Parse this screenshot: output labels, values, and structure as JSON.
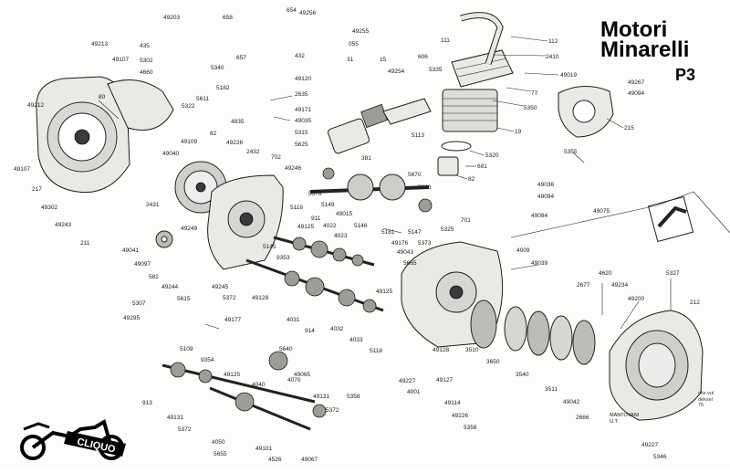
{
  "header": {
    "brand_line1": "Motori",
    "brand_line2": "Minarelli",
    "model": "P3"
  },
  "dealer_logo_text": "CLIQUO",
  "printer_stamp": [
    "MANTOVANI",
    "U.T."
  ],
  "side_note": [
    "olie vul",
    "deksel",
    "75"
  ],
  "part_labels": [
    "49203",
    "658",
    "654",
    "49256",
    "49255",
    "055",
    "112",
    "2410",
    "49019",
    "77",
    "5350",
    "19",
    "5320",
    "681",
    "82",
    "49213",
    "49107",
    "435",
    "5302",
    "4660",
    "5340",
    "657",
    "432",
    "49120",
    "2635",
    "49171",
    "49035",
    "5315",
    "5625",
    "31",
    "15",
    "49254",
    "606",
    "5335",
    "111",
    "49267",
    "49094",
    "215",
    "5355",
    "49075",
    "49036",
    "49094",
    "49084",
    "49212",
    "80",
    "5322",
    "5611",
    "5182",
    "4835",
    "49107",
    "217",
    "49302",
    "49243",
    "211",
    "49040",
    "49109",
    "82",
    "49226",
    "2432",
    "702",
    "49246",
    "381",
    "5376",
    "5149",
    "49015",
    "5118",
    "49125",
    "911",
    "4022",
    "4023",
    "5146",
    "5181",
    "5147",
    "49176",
    "49043",
    "5373",
    "5665",
    "5113",
    "5670",
    "9323",
    "2431",
    "49041",
    "49249",
    "49097",
    "582",
    "49244",
    "5615",
    "49245",
    "5372",
    "5145",
    "9353",
    "49128",
    "49177",
    "4031",
    "914",
    "4032",
    "4033",
    "5118",
    "49125",
    "701",
    "5325",
    "4009",
    "49039",
    "4620",
    "2677",
    "49234",
    "49200",
    "5327",
    "212",
    "5307",
    "49295",
    "5109",
    "9354",
    "5640",
    "4040",
    "49125",
    "49065",
    "4070",
    "49131",
    "49131",
    "5372",
    "913",
    "4050",
    "5655",
    "49101",
    "4526",
    "49067",
    "5372",
    "5358",
    "49227",
    "4001",
    "49127",
    "49128",
    "3510",
    "3650",
    "3540",
    "3511",
    "49042",
    "2666",
    "49114",
    "49226",
    "5358",
    "49227",
    "5346"
  ]
}
